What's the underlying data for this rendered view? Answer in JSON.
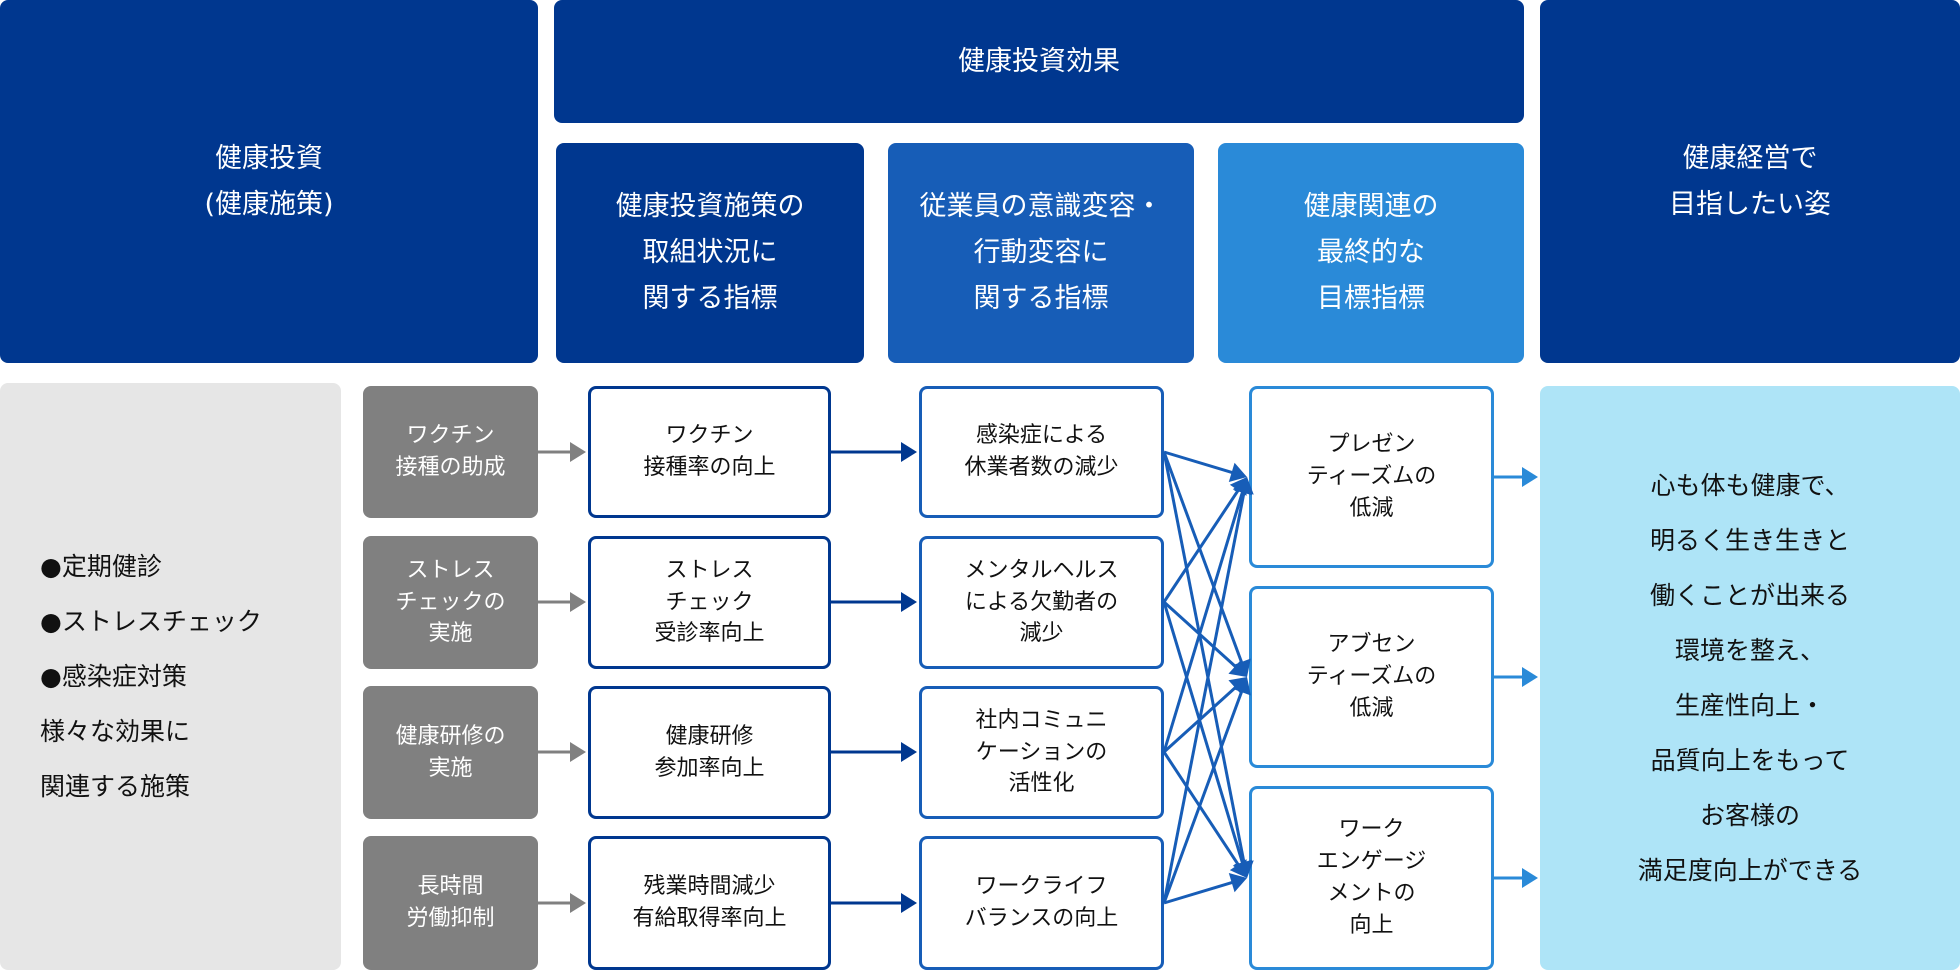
{
  "headers": {
    "investment": "健康投資\n(健康施策)",
    "effect": "健康投資効果",
    "col1": "健康投資施策の\n取組状況に\n関する指標",
    "col2": "従業員の意識変容・\n行動変容に\n関する指標",
    "col3": "健康関連の\n最終的な\n目標指標",
    "goal": "健康経営で\n目指したい姿"
  },
  "left_panel": [
    "●定期健診",
    "●ストレスチェック",
    "●感染症対策",
    "様々な効果に",
    "関連する施策"
  ],
  "measures": [
    "ワクチン\n接種の助成",
    "ストレス\nチェックの\n実施",
    "健康研修の\n実施",
    "長時間\n労働抑制"
  ],
  "col1_items": [
    "ワクチン\n接種率の向上",
    "ストレス\nチェック\n受診率向上",
    "健康研修\n参加率向上",
    "残業時間減少\n有給取得率向上"
  ],
  "col2_items": [
    "感染症による\n休業者数の減少",
    "メンタルヘルス\nによる欠勤者の\n減少",
    "社内コミュニ\nケーションの\n活性化",
    "ワークライフ\nバランスの向上"
  ],
  "col3_items": [
    "プレゼン\nティーズムの\n低減",
    "アブセン\nティーズムの\n低減",
    "ワーク\nエンゲージ\nメントの\n向上"
  ],
  "goal_text": "心も体も健康で、\n明るく生き生きと\n働くことが出来る\n環境を整え、\n生産性向上・\n品質向上をもって\nお客様の\n満足度向上ができる",
  "colors": {
    "navy": "#00378f",
    "mid": "#175db7",
    "light": "#2a8ad8",
    "goal_bg": "#aee4f7",
    "gray": "#808080"
  }
}
